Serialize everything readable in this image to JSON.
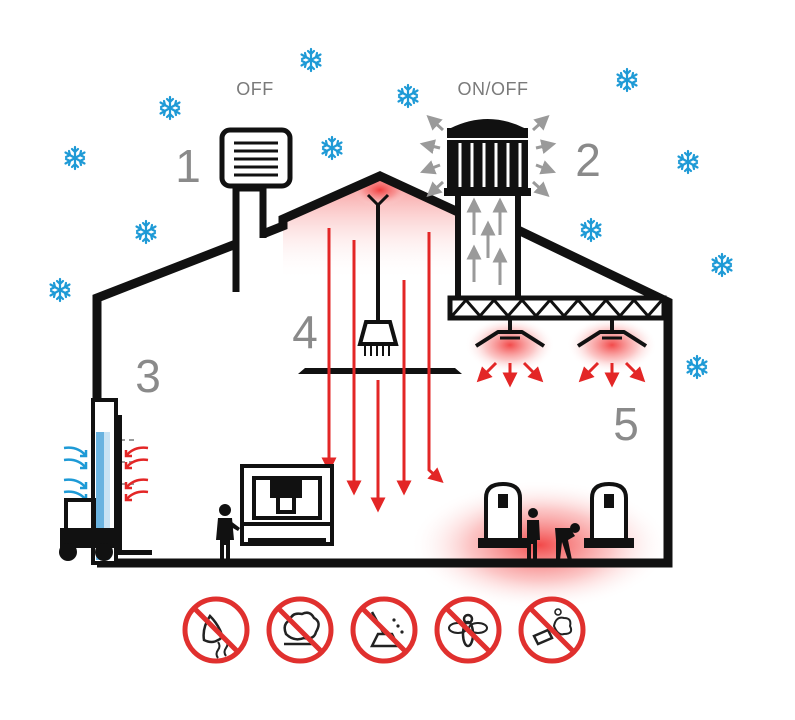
{
  "labels": {
    "state_1": "OFF",
    "state_2": "ON/OFF",
    "n1": "1",
    "n2": "2",
    "n3": "3",
    "n4": "4",
    "n5": "5"
  },
  "colors": {
    "outline": "#111111",
    "heat": "#e32626",
    "snow": "#1e9ad6",
    "door_blue": "#6ab3e0",
    "text_gray": "#8a8a8a",
    "arrow_gray": "#9a9a9a",
    "prohibit": "#e0302e"
  },
  "icons": [
    "no-odor-icon",
    "no-fumes-icon",
    "no-dust-sweeping-icon",
    "no-insects-icon",
    "no-spray-icon"
  ]
}
